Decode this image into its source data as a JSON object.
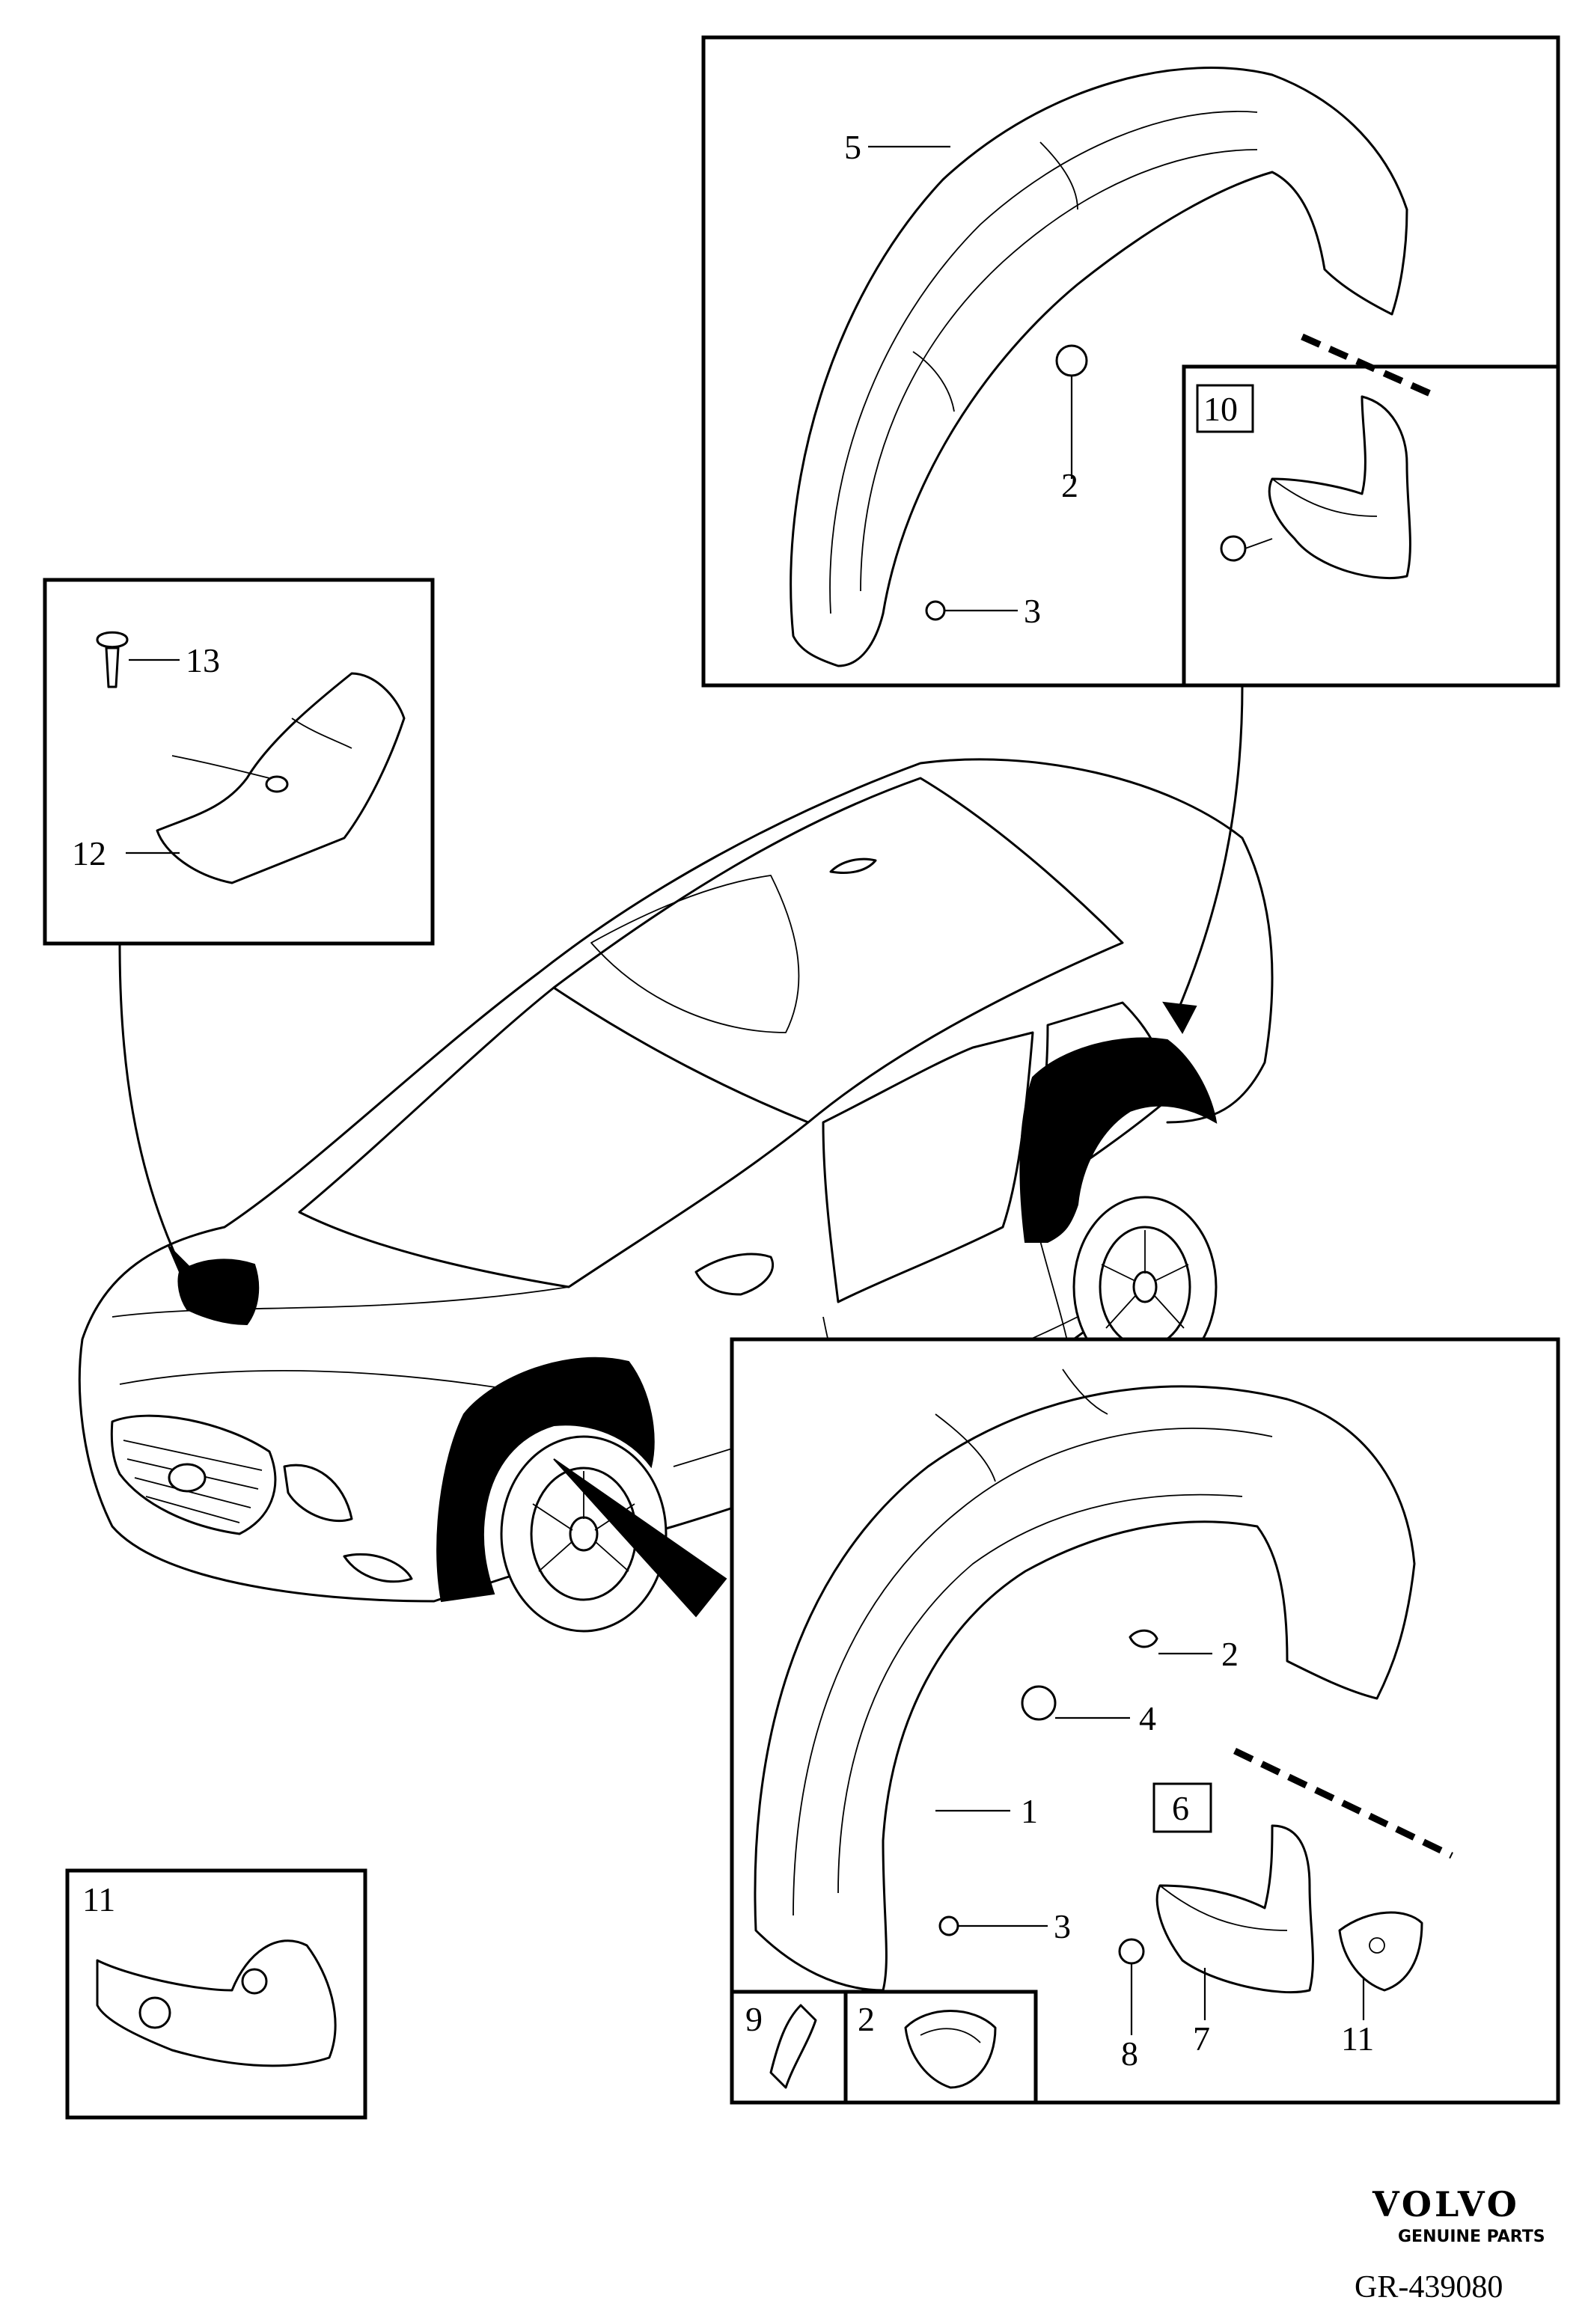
{
  "callouts": {
    "c1": "1",
    "c2_top": "2",
    "c2_front": "2",
    "c2_inset": "2",
    "c3_top": "3",
    "c3_front": "3",
    "c4": "4",
    "c5": "5",
    "c6": "6",
    "c7": "7",
    "c8": "8",
    "c9": "9",
    "c10": "10",
    "c11_front": "11",
    "c11_box": "11",
    "c12": "12",
    "c13": "13"
  },
  "brand": {
    "name": "VOLVO",
    "tagline": "GENUINE PARTS"
  },
  "drawing_number": "GR-439080"
}
